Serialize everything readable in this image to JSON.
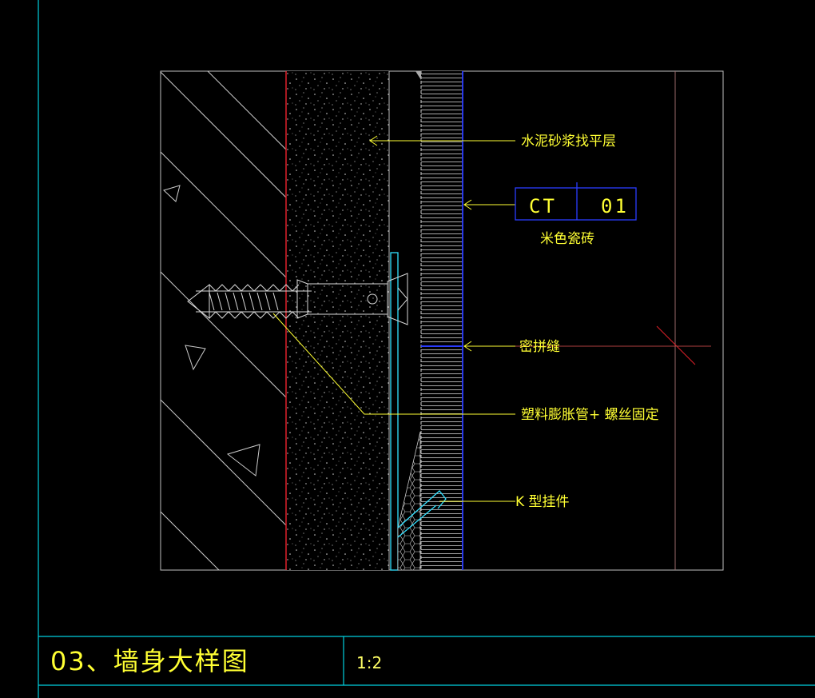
{
  "labels": {
    "mortar_layer": "水泥砂浆找平层",
    "tile_note": "米色瓷砖",
    "joint": "密拼缝",
    "anchor": "塑料膨胀管+ 螺丝固定",
    "k_hanger": "K 型挂件"
  },
  "material_tag": {
    "code": "CT",
    "number": "01"
  },
  "title_block": {
    "title": "03、墙身大样图",
    "scale": "1:2"
  },
  "colors": {
    "annotation": "#ffff33",
    "frame": "#00d0e0",
    "tile_face": "#2a3cff",
    "wall_face": "#e0202a",
    "bracket": "#30e0ff",
    "hatch": "#c8c8c8"
  }
}
